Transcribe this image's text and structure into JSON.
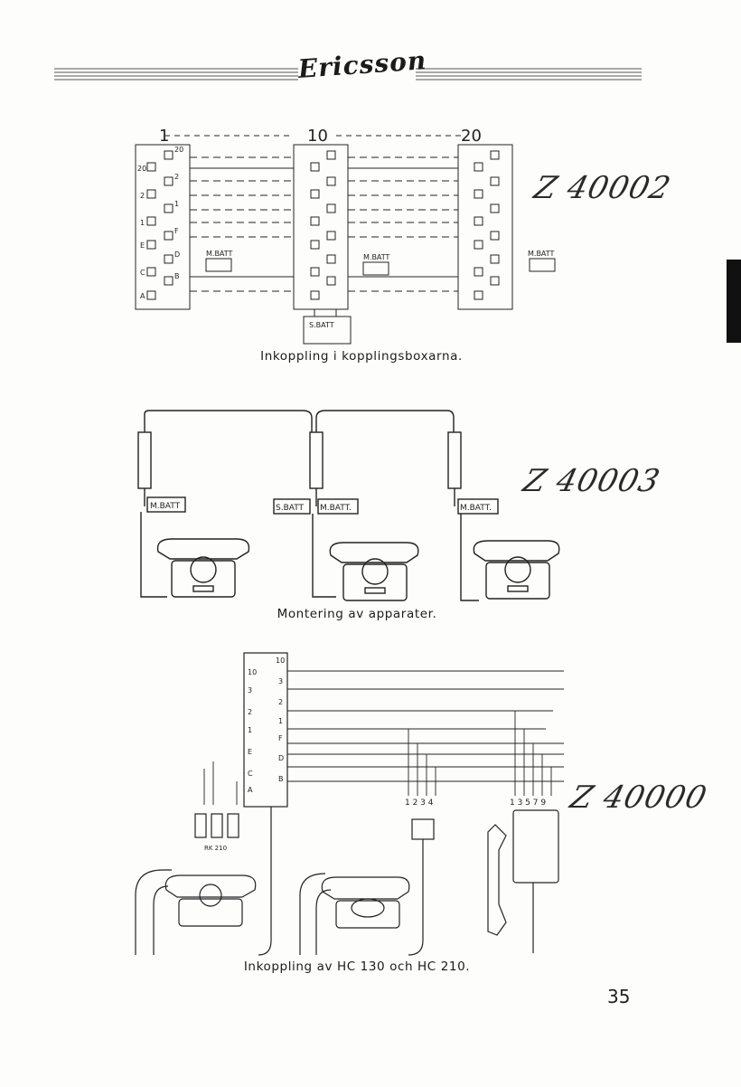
{
  "header": {
    "brand": "Ericsson"
  },
  "figures": [
    {
      "caption": "Inkoppling i kopplingsboxarna.",
      "handwritten_note": "Z 40002",
      "box_numbers": [
        "1",
        "10",
        "20"
      ],
      "terminals": [
        "20",
        "2",
        "1",
        "F",
        "D",
        "B"
      ],
      "left_terminals": [
        "20",
        "2",
        "1",
        "E",
        "C",
        "A"
      ],
      "battery_labels": [
        "M.BATT",
        "M.BATT",
        "M.BATT"
      ],
      "s_battery_label": "S.BATT"
    },
    {
      "caption": "Montering av apparater.",
      "handwritten_note": "Z 40003",
      "battery_labels": [
        "M.BATT",
        "S.BATT",
        "M.BATT.",
        "M.BATT."
      ]
    },
    {
      "caption": "Inkoppling av HC 130 och HC 210.",
      "handwritten_note": "Z 40000",
      "terminals_left": [
        "10",
        "3",
        "2",
        "1",
        "E",
        "C",
        "A"
      ],
      "terminals_right": [
        "10",
        "3",
        "2",
        "1",
        "F",
        "D",
        "B"
      ],
      "relay_label": "RK 210",
      "group_a": "1 2 3 4",
      "group_b": "1 3 5 7 9"
    }
  ],
  "footer": {
    "page_number": "35"
  }
}
